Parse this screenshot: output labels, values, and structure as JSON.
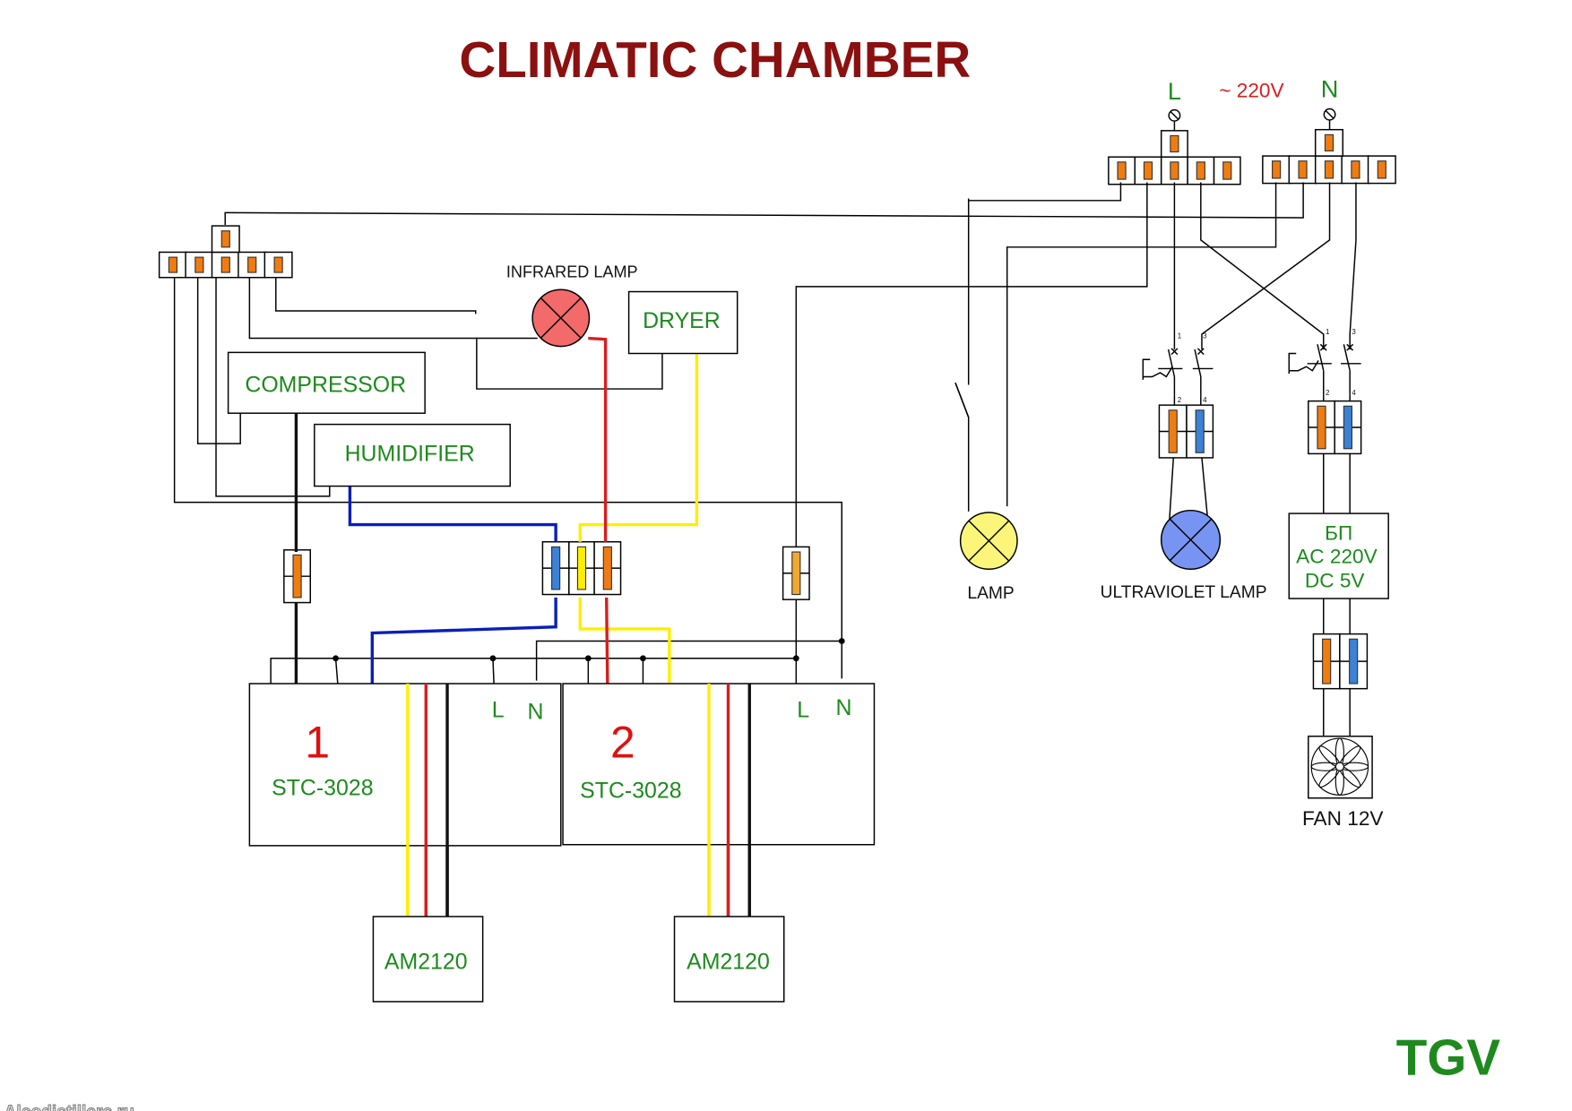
{
  "title": "CLIMATIC CHAMBER",
  "supply": {
    "line_label": "L",
    "neutral_label": "N",
    "voltage": "~ 220V"
  },
  "devices": {
    "compressor": "COMPRESSOR",
    "humidifier": "HUMIDIFIER",
    "dryer": "DRYER",
    "infrared_lamp": "INFRARED LAMP",
    "lamp": "LAMP",
    "uv_lamp": "ULTRAVIOLET LAMP",
    "psu_line1": "БП",
    "psu_line2": "AC 220V",
    "psu_line3": "DC 5V",
    "fan": "FAN 12V"
  },
  "controllers": [
    {
      "number": "1",
      "model": "STC-3028",
      "l_label": "L",
      "n_label": "N"
    },
    {
      "number": "2",
      "model": "STC-3028",
      "l_label": "L",
      "n_label": "N"
    }
  ],
  "sensors": [
    {
      "model": "AM2120"
    },
    {
      "model": "AM2120"
    }
  ],
  "breaker_terminals": {
    "in1": "1",
    "in2": "3",
    "out1": "2",
    "out2": "4"
  },
  "signature": "TGV",
  "watermark": "Alcodistillers.ru",
  "colors": {
    "title": "#8b1010",
    "label_green": "#1e8a1e",
    "number_red": "#e01010",
    "terminal_orange": "#f07c10",
    "terminal_blue": "#3b82d6",
    "wire_yellow": "#ffee00",
    "wire_red": "#d81e1e",
    "wire_blue": "#0a1fb8",
    "infrared_fill": "#f26a6a",
    "lamp_fill": "#fbf57a",
    "uv_fill": "#7794f2"
  }
}
